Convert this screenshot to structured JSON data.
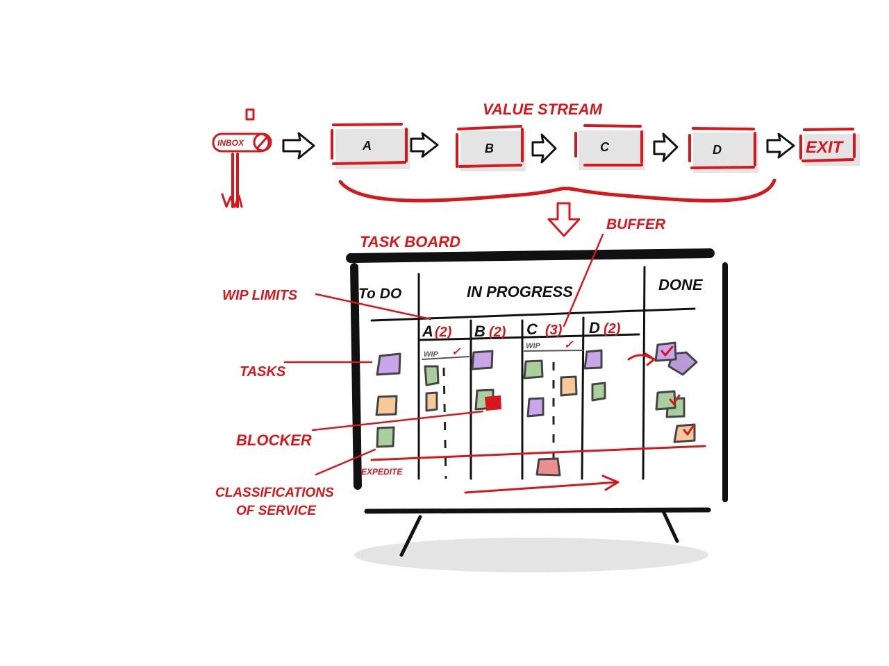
{
  "value_stream": {
    "title": "VALUE STREAM",
    "inbox": "INBOX",
    "stages": [
      "A",
      "B",
      "C",
      "D"
    ],
    "exit": "EXIT"
  },
  "task_board": {
    "title": "TASK BOARD",
    "columns": {
      "todo": "To DO",
      "in_progress": "IN PROGRESS",
      "done": "DONE"
    },
    "sub_columns": [
      {
        "name": "A",
        "limit": "(2)"
      },
      {
        "name": "B",
        "limit": "(2)"
      },
      {
        "name": "C",
        "limit": "(3)"
      },
      {
        "name": "D",
        "limit": "(2)"
      }
    ],
    "wip_label": "WIP",
    "check": "✓",
    "expedite": "EXPEDITE"
  },
  "annotations": {
    "buffer": "BUFFER",
    "wip_limits": "WIP LIMITS",
    "tasks": "TASKS",
    "blocker": "BLOCKER",
    "classifications_line1": "CLASSIFICATIONS",
    "classifications_line2": "OF SERVICE"
  },
  "colors": {
    "red": "#d6181d",
    "purple": "#c9a6ea",
    "green": "#a9cf9f",
    "orange": "#f6c99a",
    "pink": "#ee8f8f"
  }
}
